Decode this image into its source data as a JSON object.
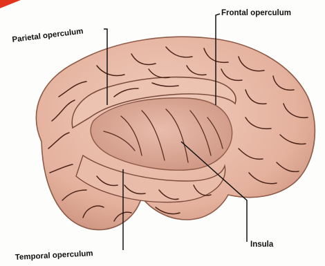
{
  "labels": {
    "parietal": "Parietal operculum",
    "frontal": "Frontal operculum",
    "temporal": "Temporal operculum",
    "insula": "Insula"
  },
  "colors": {
    "corner_accent": "#e0341f",
    "cortex": "#e8b9a6",
    "cortex_shadow": "#c98f7b",
    "sulcus": "#4a2318",
    "insula": "#ddaa99",
    "leader": "#111111"
  }
}
